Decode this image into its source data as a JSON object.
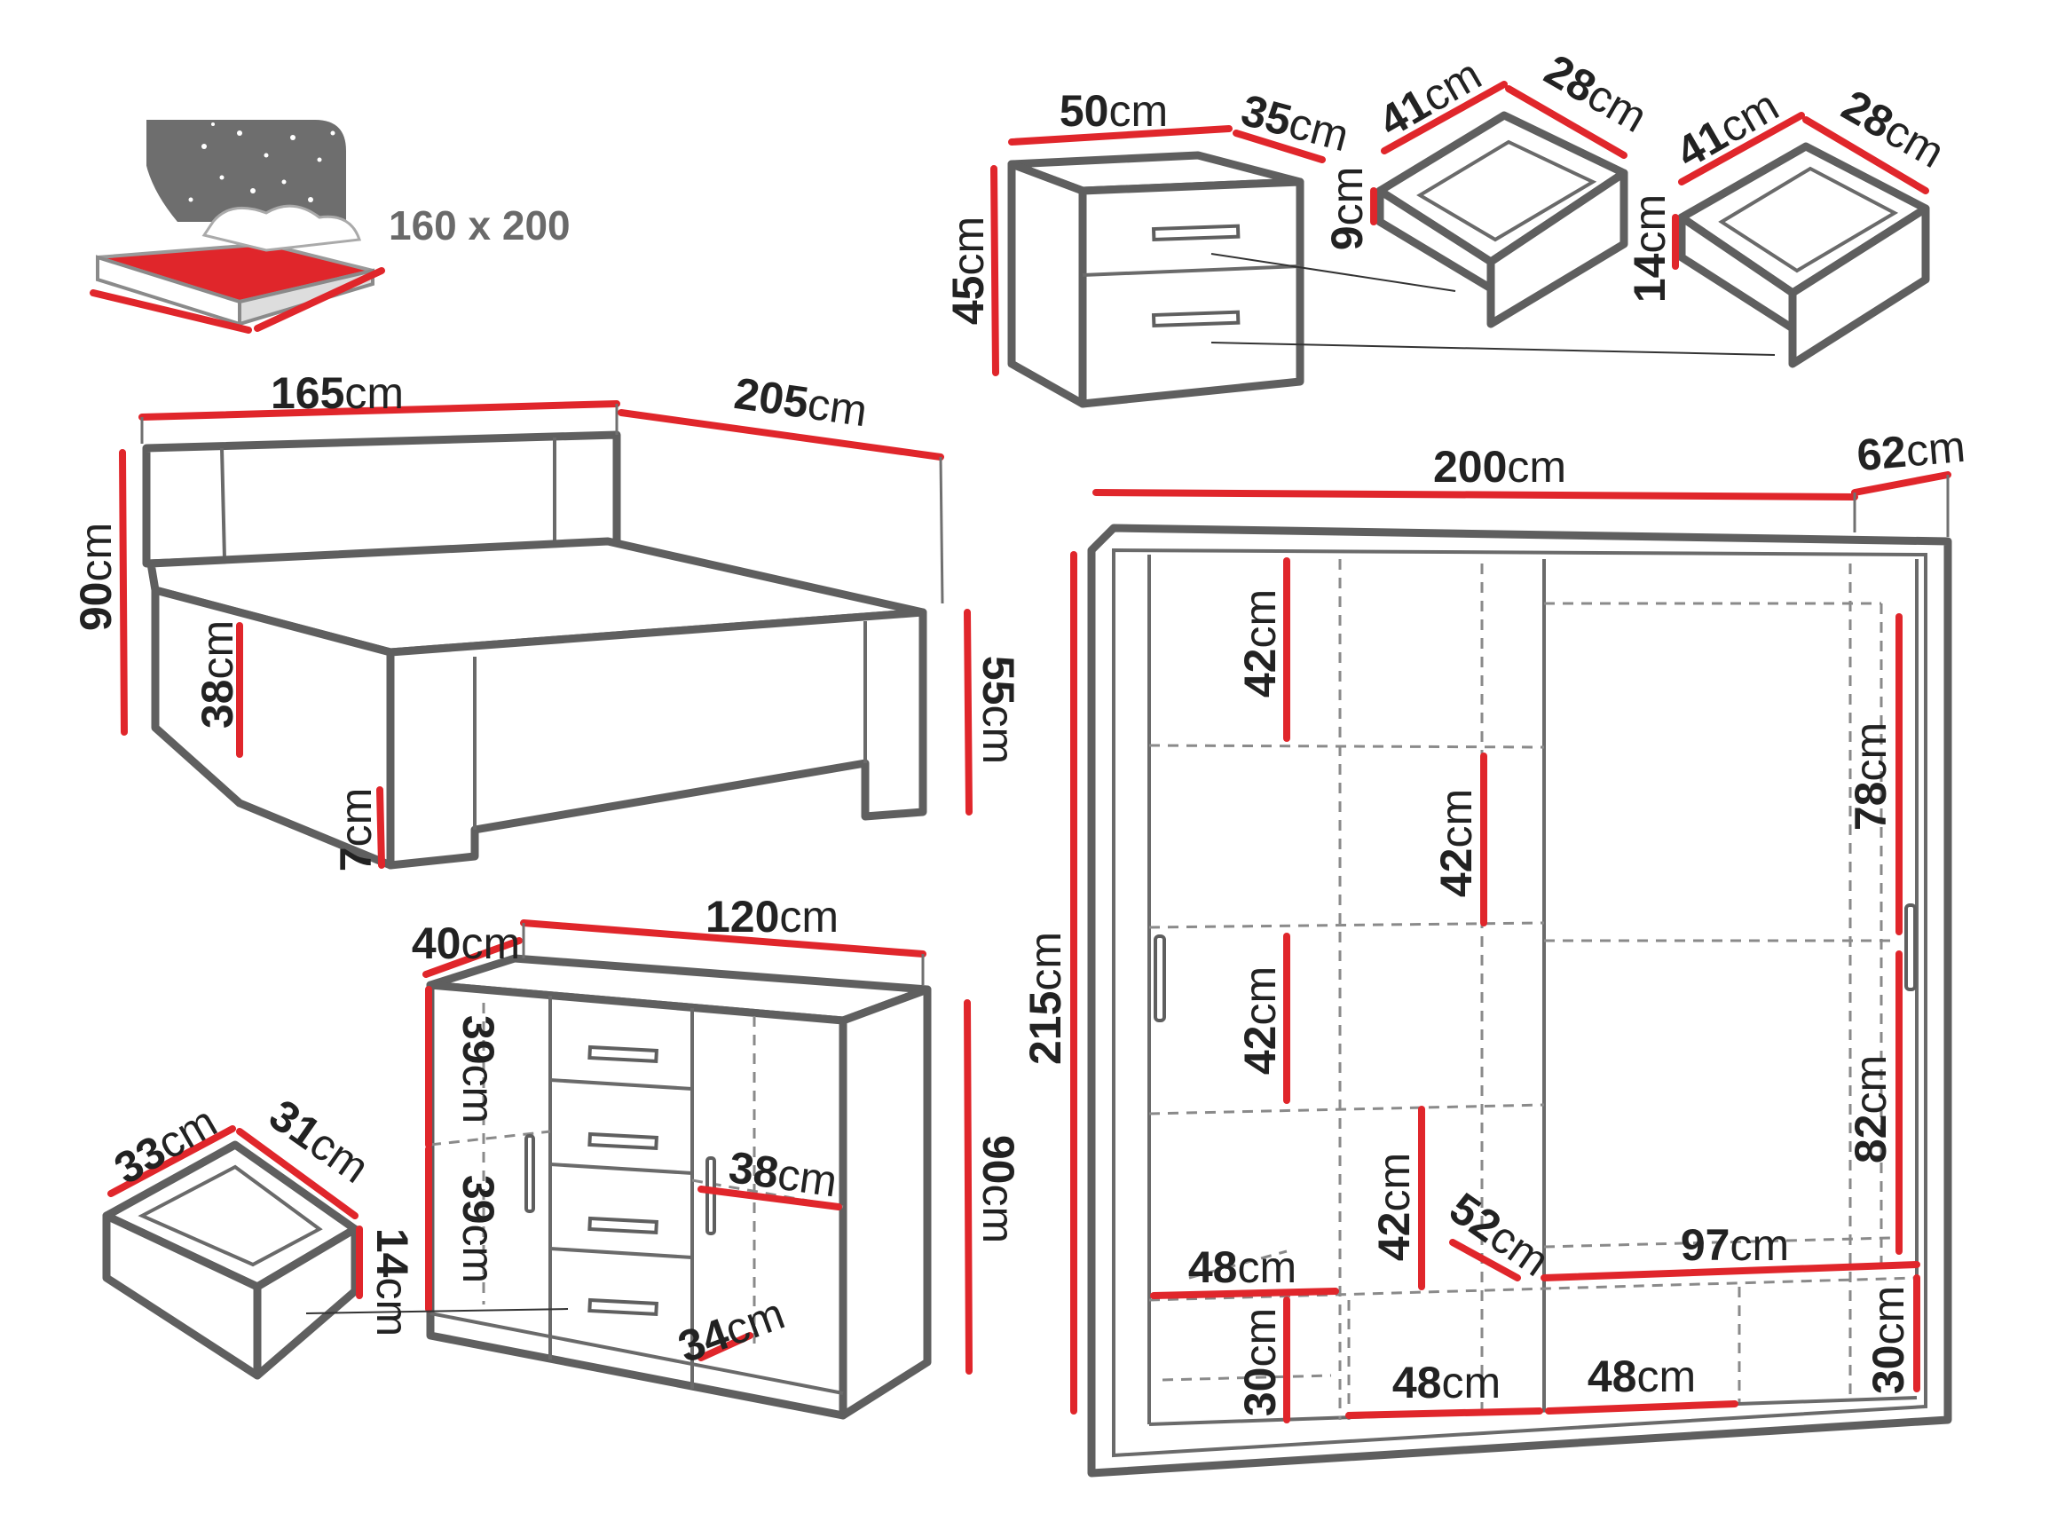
{
  "mattress_size": "160 x 200",
  "unit": "cm",
  "colors": {
    "dimension_line": "#e0262b",
    "outline": "#5f5f5f"
  },
  "dimensions": {
    "bed_width": "165",
    "bed_length": "205",
    "bed_height": "90",
    "bed_frame_height": "38",
    "bed_foot_height": "55",
    "bed_leg_height": "7",
    "nightstand_width": "50",
    "nightstand_depth": "35",
    "nightstand_height": "45",
    "ns_drawer1_width": "41",
    "ns_drawer1_depth": "28",
    "ns_drawer1_height": "9",
    "ns_drawer2_width": "41",
    "ns_drawer2_depth": "28",
    "ns_drawer2_height": "14",
    "wardrobe_width": "200",
    "wardrobe_depth": "62",
    "wardrobe_height": "215",
    "wr_left_shelf1": "42",
    "wr_mid_shelf1": "42",
    "wr_left_shelf2": "42",
    "wr_mid_shelf2": "42",
    "wr_right_top": "78",
    "wr_right_bottom": "82",
    "wr_left_width": "48",
    "wr_inner_depth": "52",
    "wr_right_width": "97",
    "wr_left_bottom": "30",
    "wr_bottom_mid": "48",
    "wr_bottom_right": "48",
    "wr_right_bottom_h": "30",
    "dresser_width": "120",
    "dresser_depth": "40",
    "dresser_height": "90",
    "dresser_top_shelf": "39",
    "dresser_bottom_shelf": "39",
    "dresser_shelf_width": "38",
    "dresser_shelf_depth": "34",
    "dr_drawer_width": "33",
    "dr_drawer_depth": "31",
    "dr_drawer_height": "14"
  }
}
